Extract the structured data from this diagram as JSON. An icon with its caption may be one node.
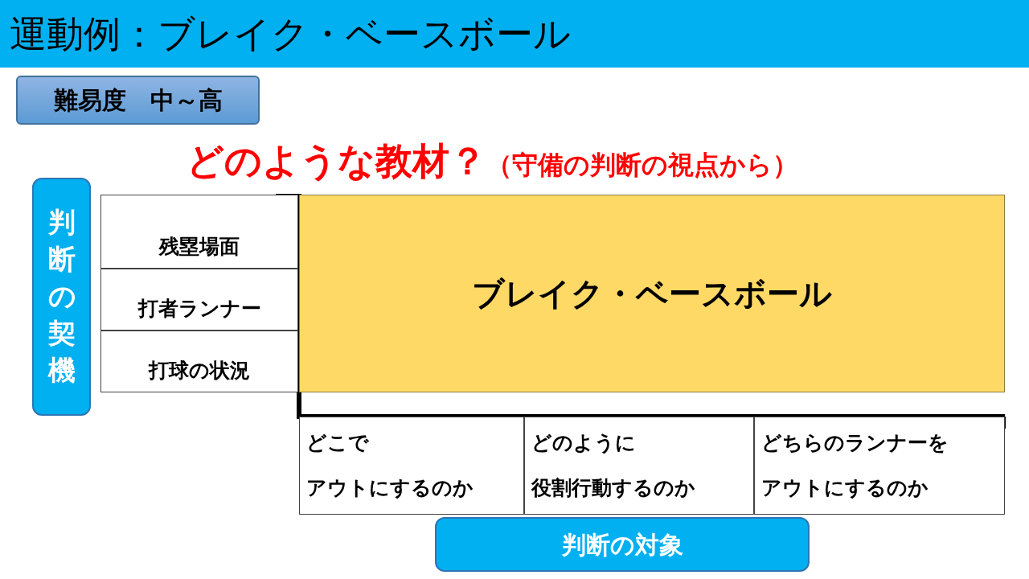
{
  "diagram": {
    "title": "運動例：ブレイク・ベースボール",
    "nodes": [
      {
        "text": [
          "難易度　中～高"
        ]
      },
      {
        "text": [
          "判断の契機"
        ]
      },
      {
        "text": [
          "残塁場面"
        ]
      },
      {
        "text": [
          "打者ランナー"
        ]
      },
      {
        "text": [
          "打球の状況"
        ]
      },
      {
        "text": [
          "ブレイク・ベースボール"
        ]
      },
      {
        "text": [
          "どこで",
          "アウトにするのか"
        ]
      },
      {
        "text": [
          "どのように",
          "役割行動するのか"
        ]
      },
      {
        "text": [
          "どちらのランナーを",
          "アウトにするのか"
        ]
      },
      {
        "text": [
          "判断の対象"
        ]
      }
    ],
    "labels": [
      "どのような教材？",
      "（守備の判断の視点から）"
    ]
  }
}
